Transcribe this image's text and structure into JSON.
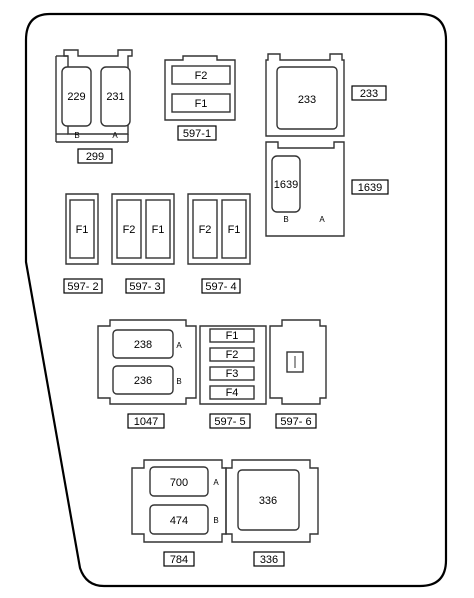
{
  "relays": {
    "r229": "229",
    "r231": "231",
    "r233": "233",
    "r1639": "1639",
    "r238": "238",
    "r236": "236",
    "r700": "700",
    "r474": "474",
    "r336": "336"
  },
  "terminals": {
    "a": "A",
    "b": "B"
  },
  "fuses": {
    "f1": "F1",
    "f2": "F2",
    "f3": "F3",
    "f4": "F4"
  },
  "tags": {
    "t299": "299",
    "t597_1": "597-1",
    "t233": "233",
    "t1639": "1639",
    "t597_2": "597- 2",
    "t597_3": "597- 3",
    "t597_4": "597- 4",
    "t1047": "1047",
    "t597_5": "597- 5",
    "t597_6": "597- 6",
    "t784": "784",
    "t336": "336"
  }
}
